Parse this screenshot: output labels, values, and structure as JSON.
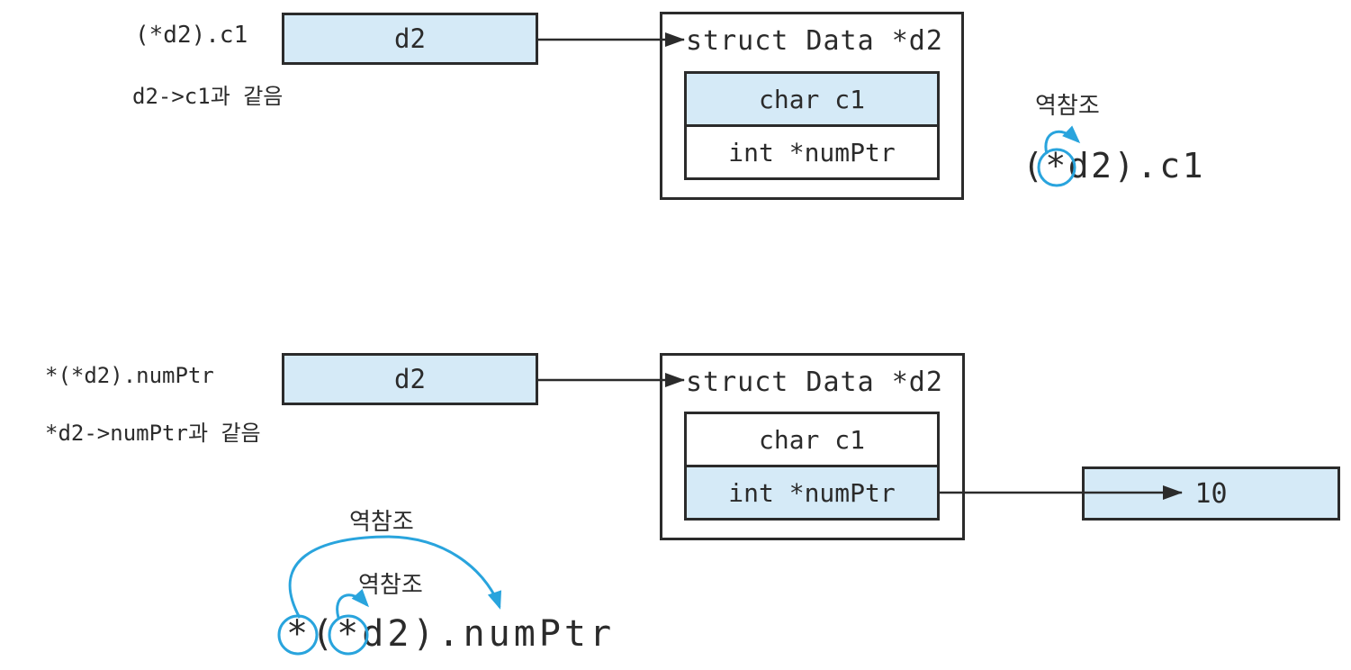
{
  "colors": {
    "highlight_fill": "#d5eaf7",
    "line_dark": "#2b2b2b",
    "accent_blue": "#29a4dd"
  },
  "top": {
    "expression": "(*d2).c1",
    "equivalent": "d2->c1과 같음",
    "pointer_var": "d2",
    "struct_title": "struct Data *d2",
    "fields": [
      {
        "label": "char c1",
        "highlighted": true
      },
      {
        "label": "int *numPtr",
        "highlighted": false
      }
    ],
    "deref": {
      "label": "역참조",
      "expression": "(*d2).c1"
    }
  },
  "bottom": {
    "expression": "*(*d2).numPtr",
    "equivalent": "*d2->numPtr과 같음",
    "pointer_var": "d2",
    "struct_title": "struct Data *d2",
    "fields": [
      {
        "label": "char c1",
        "highlighted": false
      },
      {
        "label": "int *numPtr",
        "highlighted": true
      }
    ],
    "value": "10",
    "deref_outer": {
      "label": "역참조"
    },
    "deref_inner": {
      "label": "역참조"
    },
    "deref_expression": "*(*d2).numPtr"
  }
}
